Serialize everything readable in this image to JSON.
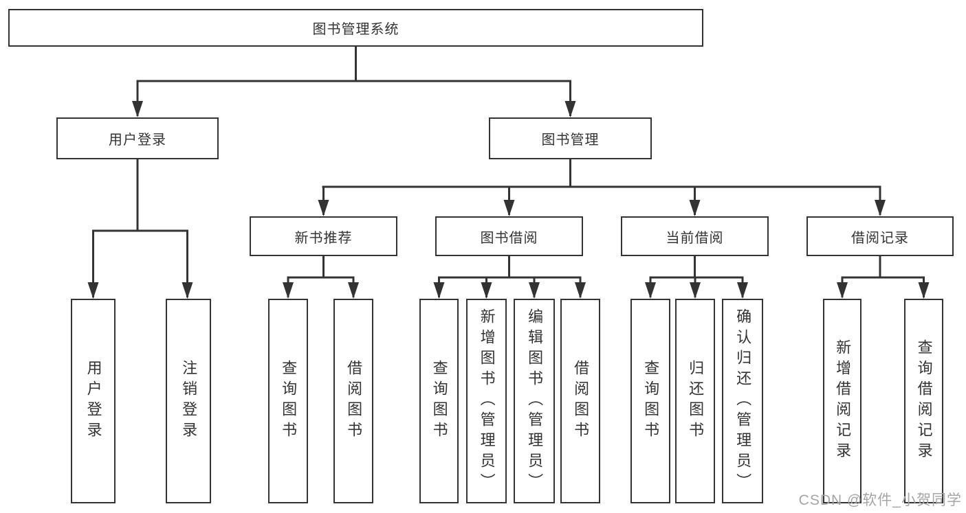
{
  "colors": {
    "line": "#333333",
    "text": "#333333",
    "box_bg": "#ffffff",
    "background": "#ffffff",
    "watermark": "#a5a5a5"
  },
  "tree": {
    "root": {
      "label": "图书管理系统"
    },
    "branches": [
      {
        "label": "用户登录",
        "children": [
          {
            "label": "用户登录"
          },
          {
            "label": "注销登录"
          }
        ]
      },
      {
        "label": "图书管理",
        "children": [
          {
            "label": "新书推荐",
            "children": [
              {
                "label": "查询图书"
              },
              {
                "label": "借阅图书"
              }
            ]
          },
          {
            "label": "图书借阅",
            "children": [
              {
                "label": "查询图书"
              },
              {
                "label": "新增图书（管理员）"
              },
              {
                "label": "编辑图书（管理员）"
              },
              {
                "label": "借阅图书"
              }
            ]
          },
          {
            "label": "当前借阅",
            "children": [
              {
                "label": "查询图书"
              },
              {
                "label": "归还图书"
              },
              {
                "label": "确认归还（管理员）"
              }
            ]
          },
          {
            "label": "借阅记录",
            "children": [
              {
                "label": "新增借阅记录"
              },
              {
                "label": "查询借阅记录"
              }
            ]
          }
        ]
      }
    ]
  },
  "watermark": {
    "text": "CSDN @软件_小贺同学"
  }
}
